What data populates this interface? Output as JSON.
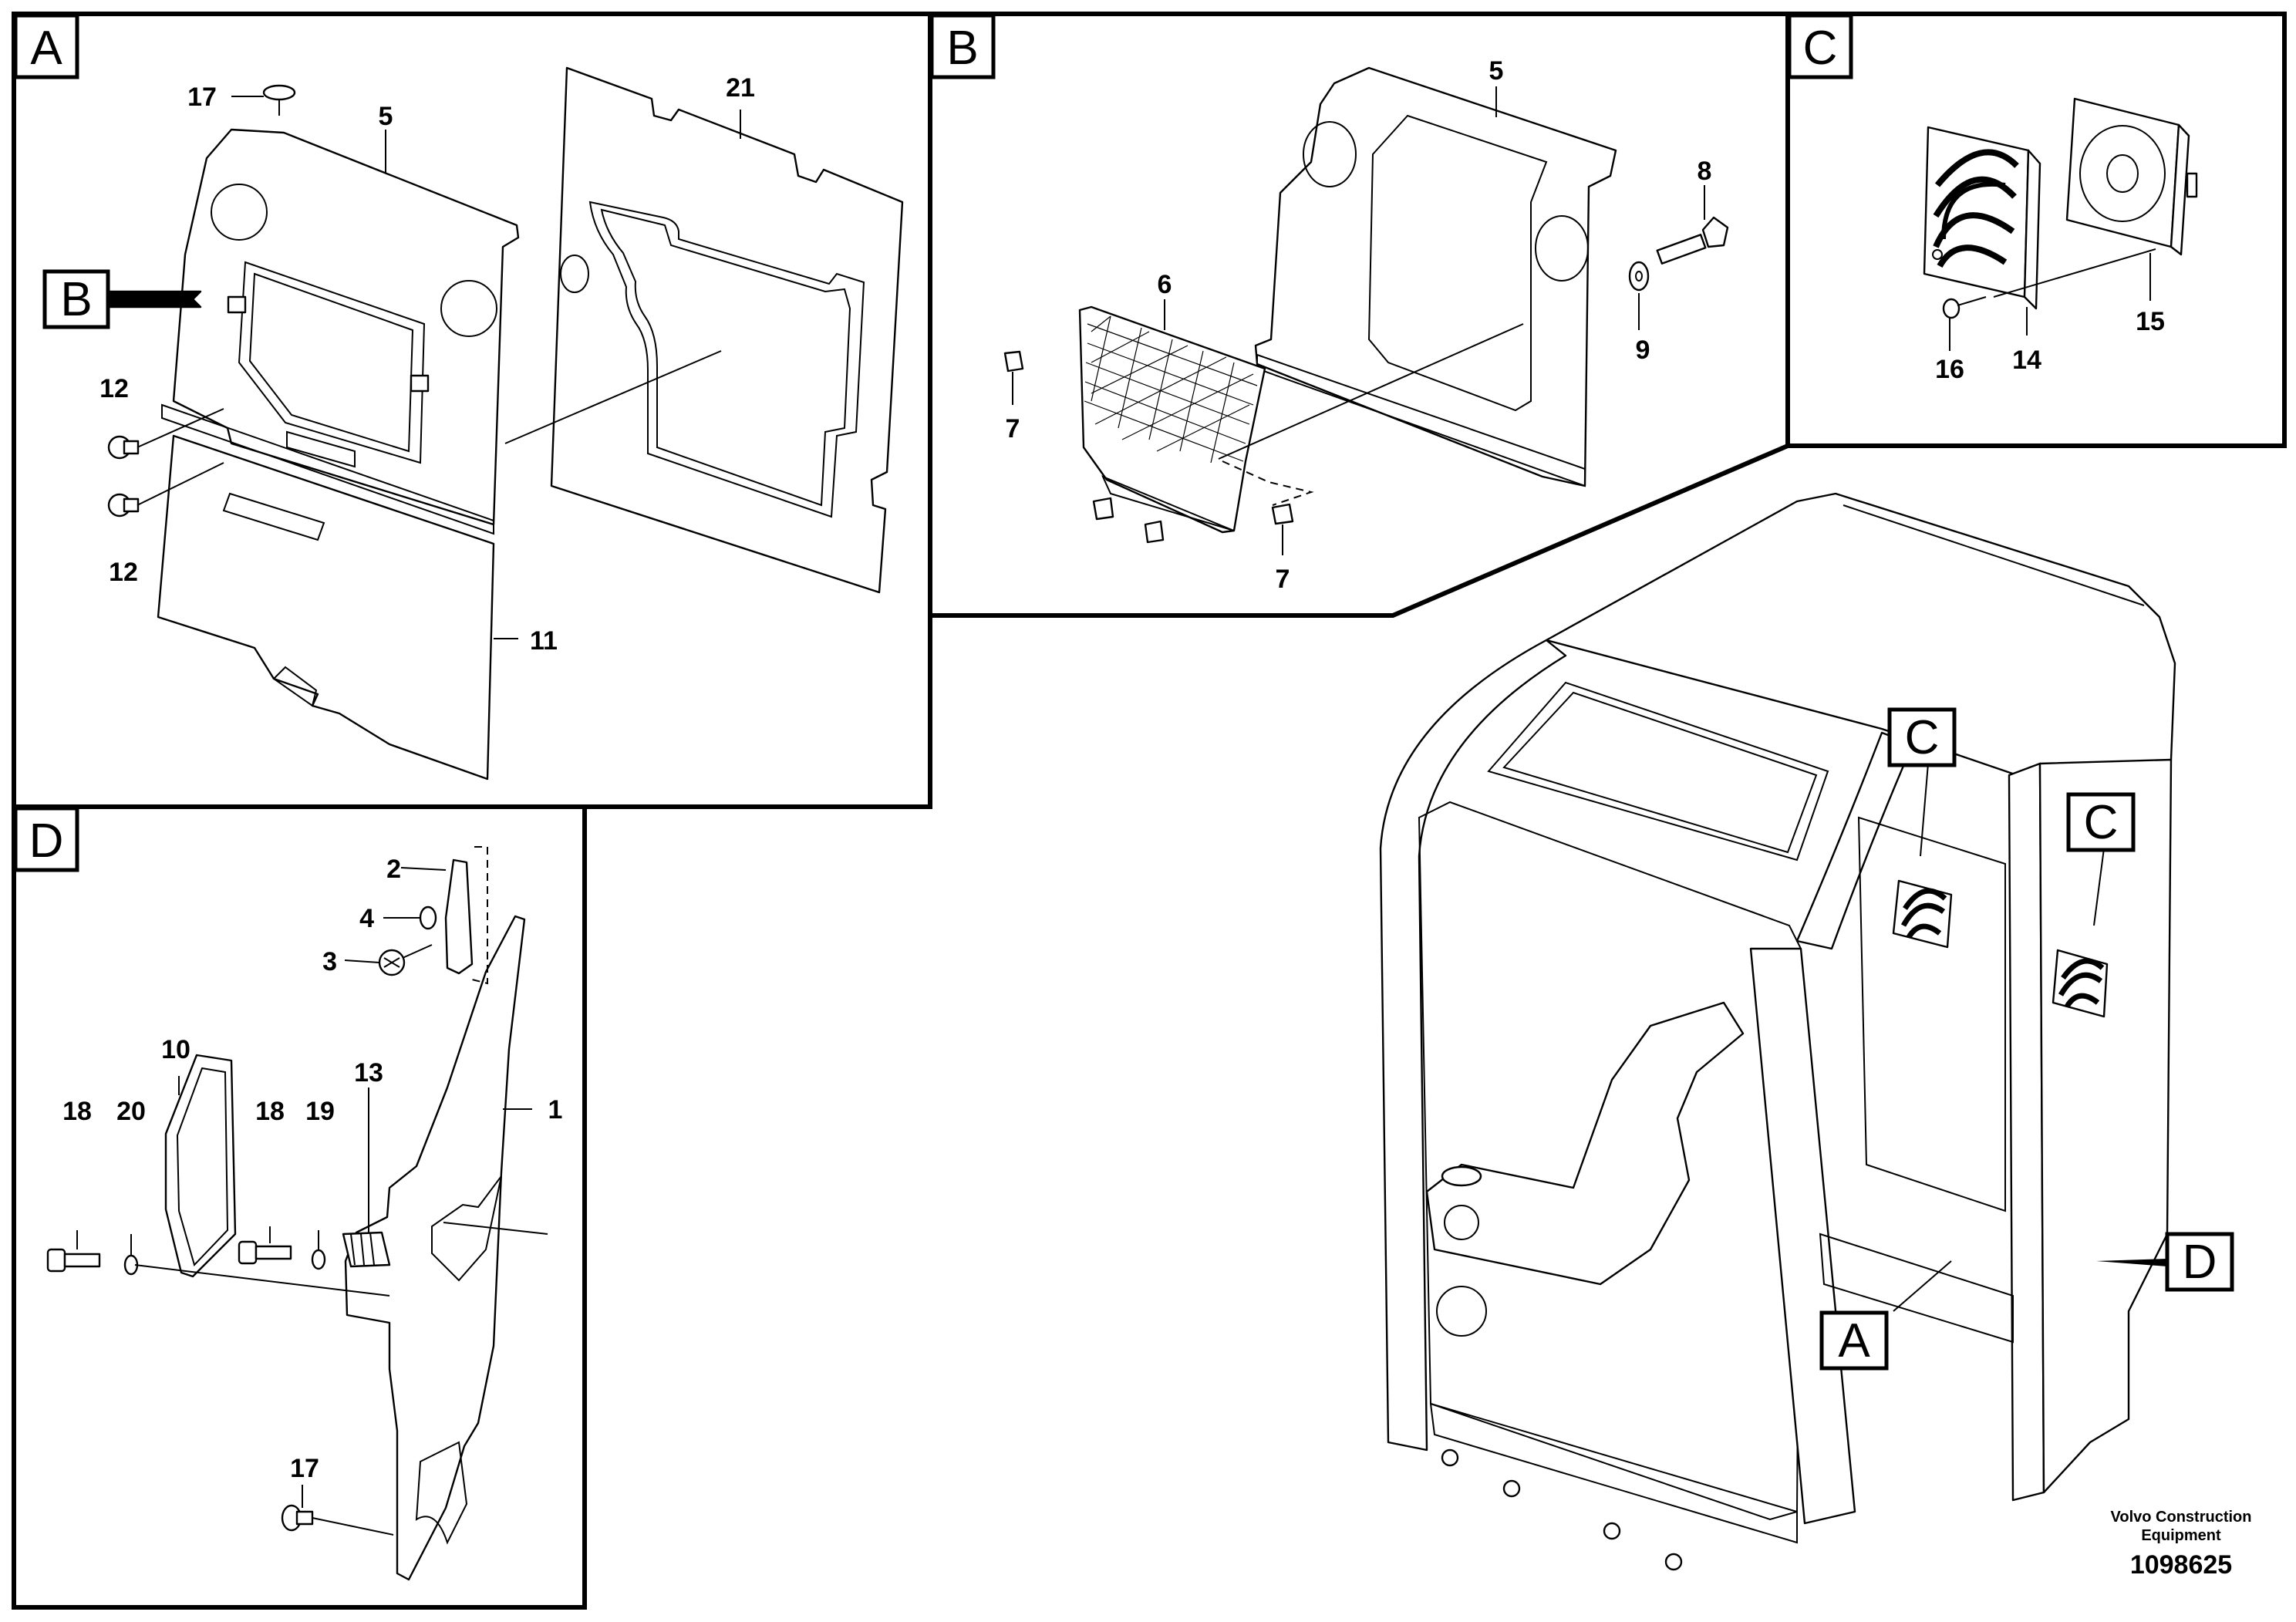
{
  "panels": {
    "A": "A",
    "B": "B",
    "C": "C",
    "D": "D"
  },
  "callouts": {
    "B_in_A": "B",
    "C_cab_1": "C",
    "C_cab_2": "C",
    "A_cab": "A",
    "D_cab": "D"
  },
  "part_numbers": {
    "a_17": "17",
    "a_5": "5",
    "a_21": "21",
    "a_12_top": "12",
    "a_12_bottom": "12",
    "a_11": "11",
    "b_5": "5",
    "b_8": "8",
    "b_9": "9",
    "b_6": "6",
    "b_7_left": "7",
    "b_7_right": "7",
    "c_16": "16",
    "c_14": "14",
    "c_15": "15",
    "d_2": "2",
    "d_4": "4",
    "d_3": "3",
    "d_10": "10",
    "d_13": "13",
    "d_18_left": "18",
    "d_20": "20",
    "d_18_right": "18",
    "d_19": "19",
    "d_1": "1",
    "d_17": "17"
  },
  "footer": {
    "company_line1": "Volvo Construction",
    "company_line2": "Equipment",
    "drawing_number": "1098625"
  }
}
